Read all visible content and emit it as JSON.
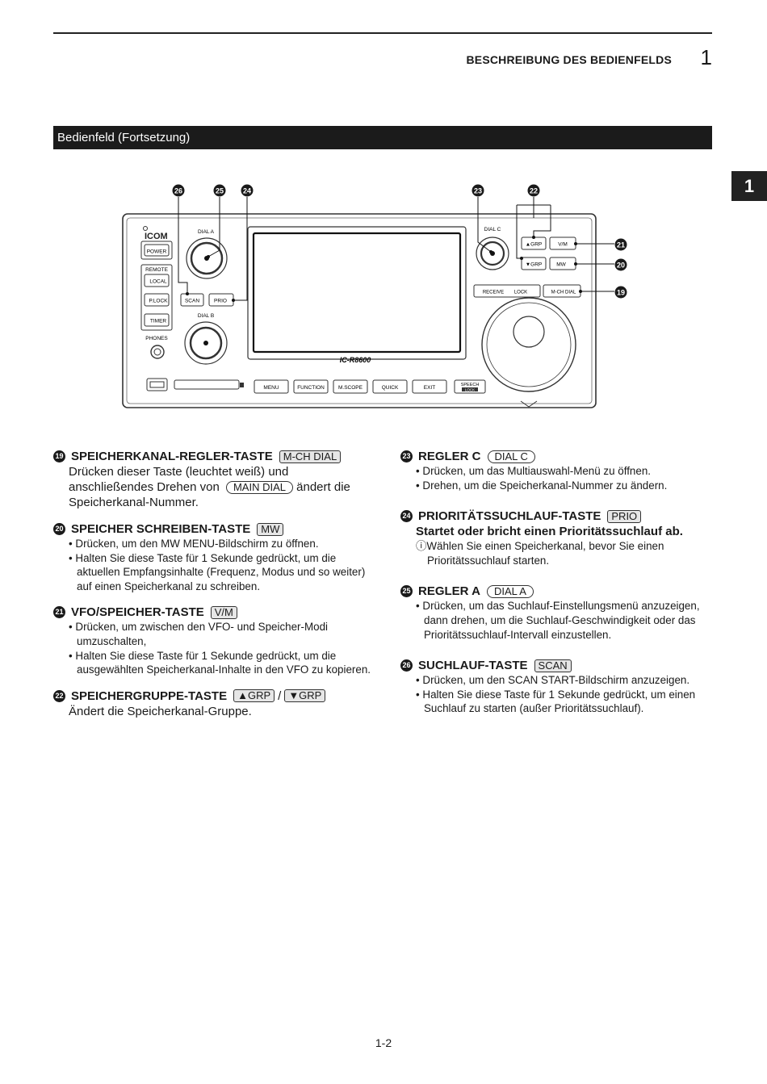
{
  "header": {
    "title": "BESCHREIBUNG DES BEDIENFELDS",
    "chapter": "1"
  },
  "side_tab": "1",
  "section_title": "Bedienfeld (Fortsetzung)",
  "diagram": {
    "brand": "ICOM",
    "model": "IC-R8600",
    "callouts": [
      "26",
      "25",
      "24",
      "23",
      "22",
      "21",
      "20",
      "19"
    ],
    "labels": {
      "dial_a": "DIAL A",
      "dial_b": "DIAL B",
      "dial_c": "DIAL C",
      "power": "POWER",
      "remote": "REMOTE",
      "local": "LOCAL",
      "plock": "P.LOCK",
      "timer": "TIMER",
      "phones": "PHONES",
      "scan": "SCAN",
      "prio": "PRIO",
      "grp_up": "▲GRP",
      "grp_down": "▼GRP",
      "vm": "V/M",
      "mw": "MW",
      "receive": "RECEIVE",
      "lock": "LOCK",
      "mch_dial": "M-CH DIAL",
      "menu": "MENU",
      "function": "FUNCTION",
      "mscope": "M.SCOPE",
      "quick": "QUICK",
      "exit": "EXIT",
      "speech": "SPEECH",
      "speech_lock": "LOCK"
    }
  },
  "left_items": [
    {
      "num": "19",
      "title": "SPEICHERKANAL-REGLER-TASTE",
      "key": "M-CH DIAL",
      "text_a": "Drücken dieser Taste (leuchtet weiß) und anschließendes Drehen von",
      "text_key": "MAIN DIAL",
      "text_b": "ändert die Speicherkanal-Nummer."
    },
    {
      "num": "20",
      "title": "SPEICHER SCHREIBEN-TASTE",
      "key": "MW",
      "bullets": [
        "• Drücken, um den MW MENU-Bildschirm zu öffnen.",
        "• Halten Sie diese Taste für 1 Sekunde gedrückt, um die aktuellen Empfangsinhalte (Frequenz, Modus und so weiter) auf einen Speicherkanal zu schreiben."
      ]
    },
    {
      "num": "21",
      "title": "VFO/SPEICHER-TASTE",
      "key": "V/M",
      "bullets": [
        "• Drücken, um zwischen den VFO- und Speicher-Modi umzuschalten,",
        "• Halten Sie diese Taste für 1 Sekunde gedrückt, um die ausgewählten Speicherkanal-Inhalte in den VFO zu kopieren."
      ]
    },
    {
      "num": "22",
      "title": "SPEICHERGRUPPE-TASTE",
      "key1": "▲GRP",
      "sep": "/",
      "key2": "▼GRP",
      "text": "Ändert die Speicherkanal-Gruppe."
    }
  ],
  "right_items": [
    {
      "num": "23",
      "title": "REGLER C",
      "dial": "DIAL C",
      "bullets": [
        "• Drücken, um das Multiauswahl-Menü zu öffnen.",
        "• Drehen, um die Speicherkanal-Nummer zu ändern."
      ]
    },
    {
      "num": "24",
      "title": "PRIORITÄTSSUCHLAUF-TASTE",
      "key": "PRIO",
      "text": "Startet oder bricht einen Prioritätssuchlauf ab.",
      "note": "Wählen Sie einen Speicherkanal, bevor Sie einen Prioritätssuchlauf starten."
    },
    {
      "num": "25",
      "title": "REGLER A",
      "dial": "DIAL A",
      "bullets": [
        "• Drücken, um das Suchlauf-Einstellungsmenü anzuzeigen, dann drehen, um die Suchlauf-Geschwindigkeit oder das Prioritätssuchlauf-Intervall einzustellen."
      ]
    },
    {
      "num": "26",
      "title": "SUCHLAUF-TASTE",
      "key": "SCAN",
      "bullets": [
        "• Drücken, um den SCAN START-Bildschirm anzuzeigen.",
        "• Halten Sie diese Taste für 1 Sekunde gedrückt, um einen Suchlauf zu starten (außer Prioritätssuchlauf)."
      ]
    }
  ],
  "page_number": "1-2"
}
